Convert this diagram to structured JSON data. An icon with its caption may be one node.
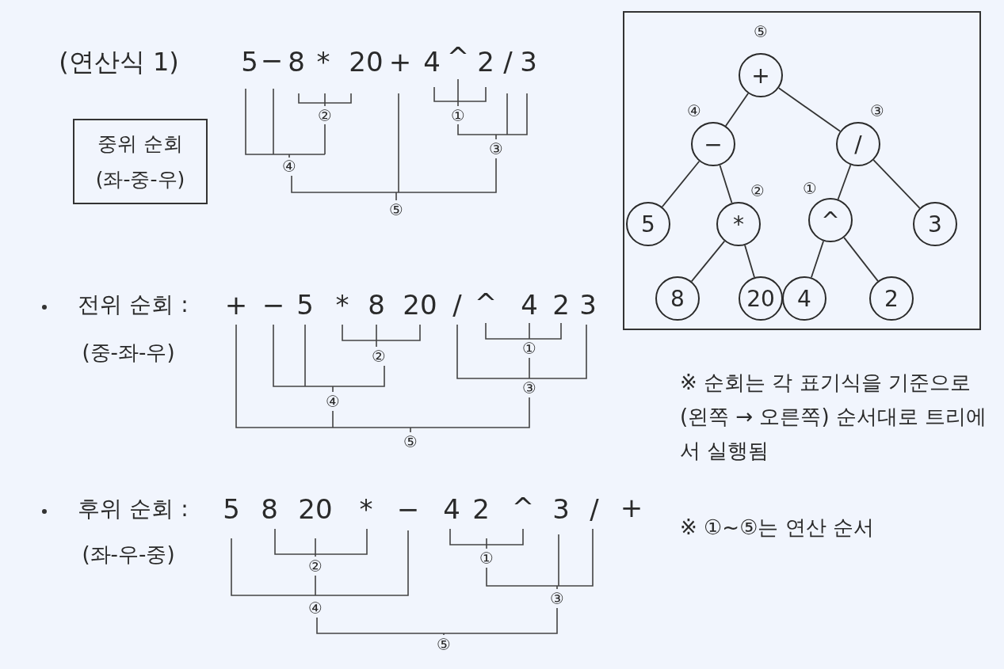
{
  "diagram": {
    "nodes": [
      {
        "text": [
          "중위 순회",
          "(좌-중-우)"
        ]
      },
      {
        "text": [
          "+"
        ],
        "beside": [
          "⑤"
        ]
      },
      {
        "text": [
          "−"
        ],
        "beside": [
          "④"
        ]
      },
      {
        "text": [
          "/"
        ],
        "beside": [
          "③"
        ]
      },
      {
        "text": [
          "5"
        ]
      },
      {
        "text": [
          "*"
        ],
        "beside": [
          "②"
        ]
      },
      {
        "text": [
          "^"
        ],
        "beside": [
          "①"
        ]
      },
      {
        "text": [
          "3"
        ]
      },
      {
        "text": [
          "8"
        ]
      },
      {
        "text": [
          "20"
        ]
      },
      {
        "text": [
          "4"
        ]
      },
      {
        "text": [
          "2"
        ]
      }
    ],
    "edges": [
      {
        "from": 1,
        "to": 2,
        "arrow": "none"
      },
      {
        "from": 1,
        "to": 3,
        "arrow": "none"
      },
      {
        "from": 2,
        "to": 4,
        "arrow": "none"
      },
      {
        "from": 2,
        "to": 5,
        "arrow": "none"
      },
      {
        "from": 3,
        "to": 6,
        "arrow": "none"
      },
      {
        "from": 3,
        "to": 7,
        "arrow": "none"
      },
      {
        "from": 5,
        "to": 8,
        "arrow": "none"
      },
      {
        "from": 5,
        "to": 9,
        "arrow": "none"
      },
      {
        "from": 6,
        "to": 10,
        "arrow": "none"
      },
      {
        "from": 6,
        "to": 11,
        "arrow": "none"
      }
    ],
    "labels": [
      "(연산식 1)",
      "5",
      "−",
      "8",
      "*",
      "20",
      "+",
      "4",
      "^",
      "2",
      "/",
      "3",
      "②",
      "①",
      "③",
      "④",
      "⑤",
      "전위 순회 :",
      "+",
      "−",
      "5",
      "*",
      "8",
      "20",
      "/",
      "^",
      "4",
      "2",
      "3",
      "(중-좌-우)",
      "②",
      "①",
      "③",
      "④",
      "⑤",
      "후위 순회 :",
      "5",
      "8",
      "20",
      "*",
      "−",
      "4",
      "2",
      "^",
      "3",
      "/",
      "+",
      "(좌-우-중)",
      "②",
      "①",
      "③",
      "④",
      "⑤",
      "※ 순회는 각 표기식을 기준으로 (왼쪽 → 오른쪽) 순서대로 트리에서 실행됨",
      "※ ①~⑤는 연산 순서"
    ]
  }
}
